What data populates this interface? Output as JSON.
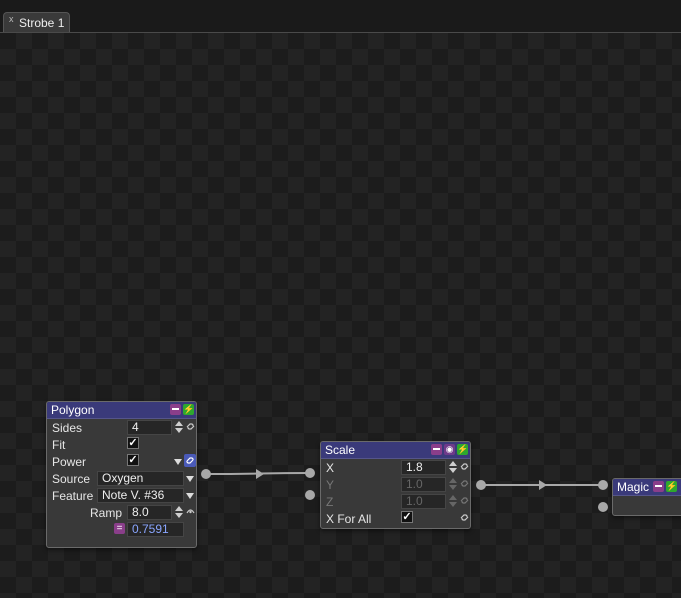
{
  "tab": {
    "close_glyph": "x",
    "title": "Strobe 1"
  },
  "nodes": {
    "polygon": {
      "title": "Polygon",
      "sides": {
        "label": "Sides",
        "value": "4"
      },
      "fit": {
        "label": "Fit",
        "checked": true
      },
      "power": {
        "label": "Power",
        "checked": true
      },
      "source": {
        "label": "Source",
        "value": "Oxygen"
      },
      "feature": {
        "label": "Feature",
        "value": "Note V. #36"
      },
      "ramp": {
        "label": "Ramp",
        "value": "8.0"
      },
      "output_value": "0.7591"
    },
    "scale": {
      "title": "Scale",
      "x": {
        "label": "X",
        "value": "1.8"
      },
      "y": {
        "label": "Y",
        "value": "1.0"
      },
      "z": {
        "label": "Z",
        "value": "1.0"
      },
      "x_for_all": {
        "label": "X For All",
        "checked": true
      }
    },
    "magic": {
      "title": "Magic"
    }
  },
  "icons": {
    "minimize": "minimize-icon",
    "power": "power-icon",
    "link": "link-icon",
    "eye": "visibility-icon",
    "dropdown": "chevron-down-icon",
    "check": "checkmark-icon"
  },
  "colors": {
    "canvas": "#1c1c1c",
    "node_header": "#3a3a7a",
    "node_body": "#393939",
    "power_button": "#2ea82e",
    "minimize_button": "#8a3e8a",
    "wire": "#a8a8a8"
  }
}
